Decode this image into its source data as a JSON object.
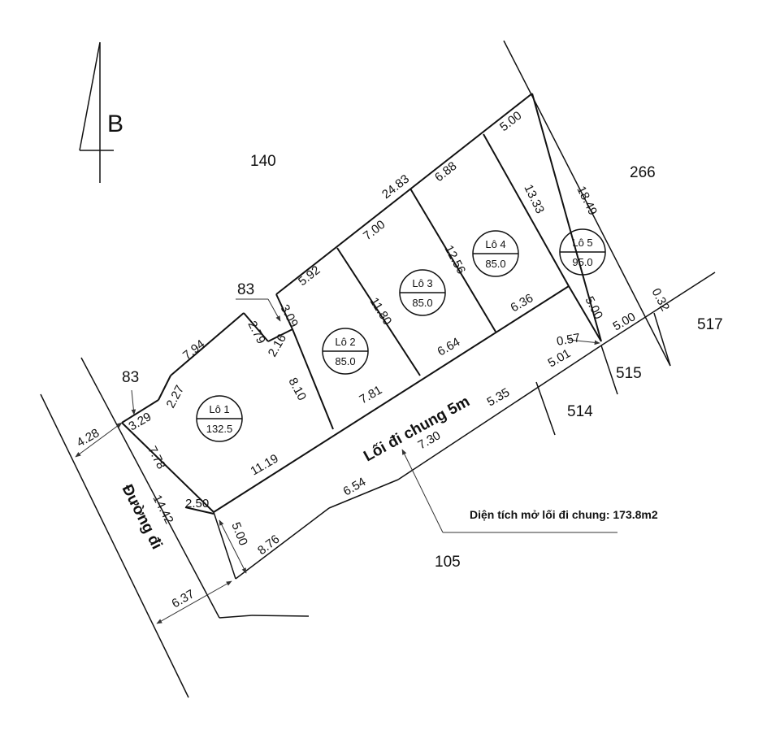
{
  "north": {
    "label": "B"
  },
  "parcels": {
    "p140": "140",
    "p266": "266",
    "p517": "517",
    "p515": "515",
    "p514": "514",
    "p105": "105",
    "p83a": "83",
    "p83b": "83"
  },
  "lots": [
    {
      "name": "Lô 1",
      "area": "132.5"
    },
    {
      "name": "Lô 2",
      "area": "85.0"
    },
    {
      "name": "Lô 3",
      "area": "85.0"
    },
    {
      "name": "Lô 4",
      "area": "85.0"
    },
    {
      "name": "Lô 5",
      "area": "95.0"
    }
  ],
  "road": {
    "main": "Đường đi",
    "path": "Lối đi chung 5m"
  },
  "note": "Diện tích mở lối đi chung: 173.8m2",
  "dims": {
    "d428": "4.28",
    "d329": "3.29",
    "d227": "2.27",
    "d794": "7.94",
    "d279": "2.79",
    "d216": "2.16",
    "d309": "3.09",
    "d592": "5.92",
    "d700": "7.00",
    "d2483": "24.83",
    "d688": "6.88",
    "d500a": "5.00",
    "d1333": "13.33",
    "d1849": "18.49",
    "d1256": "12.56",
    "d1180": "11.80",
    "d810": "8.10",
    "d781": "7.81",
    "d664": "6.64",
    "d636": "6.36",
    "d500b": "5.00",
    "d032": "0.32",
    "d500c": "5.00",
    "d057": "0.57",
    "d501": "5.01",
    "d535": "5.35",
    "d730": "7.30",
    "d654": "6.54",
    "d876": "8.76",
    "d500d": "5.00",
    "d250": "2.50",
    "d1119": "11.19",
    "d778": "7.78",
    "d1442": "14.42",
    "d637": "6.37"
  }
}
